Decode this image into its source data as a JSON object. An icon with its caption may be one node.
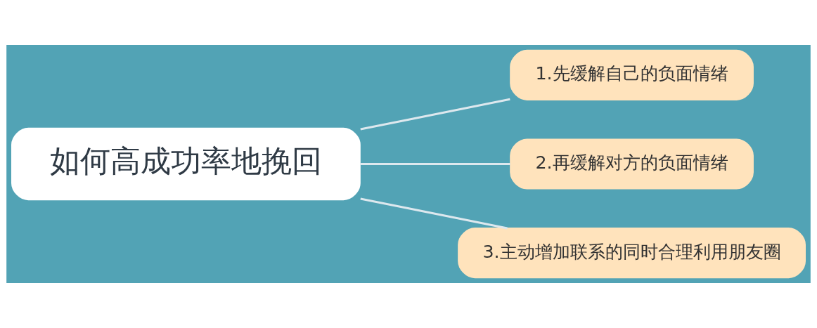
{
  "diagram": {
    "nodes": [
      {
        "text": [
          "如何高成功率地挽回"
        ]
      },
      {
        "text": [
          "1.先缓解自己的负面情绪"
        ]
      },
      {
        "text": [
          "2.再缓解对方的负面情绪"
        ]
      },
      {
        "text": [
          "3.主动增加联系的同时合理利用朋友圈"
        ]
      }
    ],
    "edges": [
      {
        "from": 0,
        "to": 1,
        "arrow": "none"
      },
      {
        "from": 0,
        "to": 2,
        "arrow": "none"
      },
      {
        "from": 0,
        "to": 3,
        "arrow": "none"
      }
    ]
  }
}
